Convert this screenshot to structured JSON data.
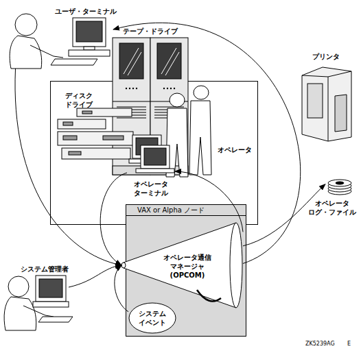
{
  "diagram": {
    "nodes": [
      {
        "text": [
          "ユーザ・ターミナル"
        ]
      },
      {
        "text": [
          "テープ・ドライブ"
        ]
      },
      {
        "text": [
          "プリンタ"
        ]
      },
      {
        "text": [
          "ディスク ドライブ"
        ]
      },
      {
        "text": [
          "オペレータ"
        ]
      },
      {
        "text": [
          "オペレータ ターミナル"
        ]
      },
      {
        "text": [
          "VAX or Alpha ノード"
        ]
      },
      {
        "text": [
          "オペレータ通信 マネージャ (OPCOM)"
        ],
        "in": 6
      },
      {
        "text": [
          "システム イベント"
        ],
        "in": 6
      },
      {
        "text": [
          "オペレータ ログ・ファイル"
        ]
      },
      {
        "text": [
          "システム管理者"
        ]
      }
    ],
    "edges": [
      {
        "from": 7,
        "to": 0,
        "arrow": "to"
      },
      {
        "from": 0,
        "to": 7,
        "arrow": "to"
      },
      {
        "from": 7,
        "to": 5,
        "arrow": "to"
      },
      {
        "from": 5,
        "to": 7,
        "arrow": "to"
      },
      {
        "from": 7,
        "to": 9,
        "arrow": "to"
      },
      {
        "from": 10,
        "to": 7,
        "arrow": "to"
      },
      {
        "from": 8,
        "to": 7,
        "arrow": "to"
      }
    ],
    "labels": [
      "ZK5239AG",
      "E"
    ]
  }
}
